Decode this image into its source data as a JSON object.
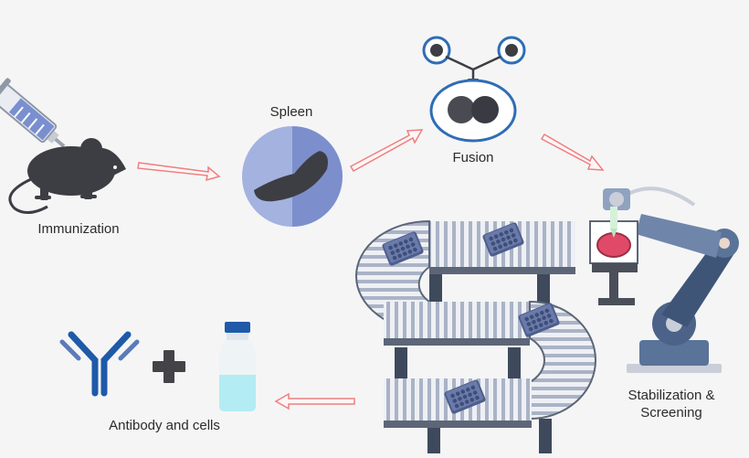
{
  "steps": {
    "immunization": "Immunization",
    "spleen": "Spleen",
    "fusion": "Fusion",
    "stabilization_line1": "Stabilization &",
    "stabilization_line2": "Screening",
    "antibody": "Antibody and cells"
  },
  "icons": [
    "syringe-icon",
    "mouse-icon",
    "spleen-icon",
    "cell-fusion-icon",
    "conveyor-belt-icon",
    "robot-arm-icon",
    "petri-dish-icon",
    "antibody-icon",
    "plus-icon",
    "vial-icon",
    "arrow-icon"
  ],
  "colors": {
    "background": "#f5f5f6",
    "mouse": "#3d3e44",
    "spleen_light": "#a3b2df",
    "spleen_dark": "#7c8fcc",
    "fusion_ring": "#2f6db5",
    "arrow_stroke": "#ee7f7f",
    "antibody": "#1e5aa8",
    "vial_liquid": "#b3ecf3",
    "robot": "#5a7398",
    "dish": "#e04a68"
  }
}
